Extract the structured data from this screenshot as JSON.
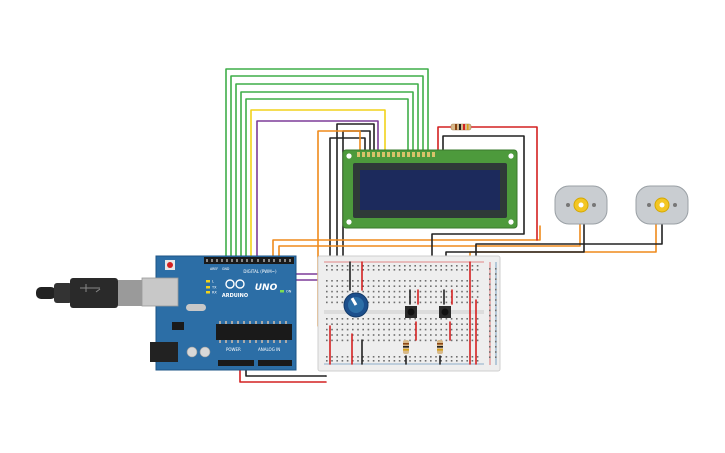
{
  "arduino": {
    "brand": "ARDUINO",
    "model": "UNO",
    "power_label": "POWER",
    "analog_label": "ANALOG IN",
    "digital_label": "DIGITAL (PWM~)",
    "led_tx": "TX",
    "led_rx": "RX",
    "led_on": "ON",
    "led_l": "L",
    "aref": "AREF",
    "gnd": "GND"
  },
  "colors": {
    "board": "#2c6ea6",
    "board_edge": "#1d5486",
    "lcd_pcb": "#4d9a3c",
    "lcd_screen": "#1c2a5c",
    "breadboard": "#eeeeee",
    "wire_green": "#3fae49",
    "wire_yellow": "#f2d21a",
    "wire_purple": "#7d3c98",
    "wire_orange": "#ef8a1c",
    "wire_black": "#222222",
    "wire_red": "#d42121",
    "motor_body": "#c9cdd1",
    "motor_hub": "#f3c623"
  }
}
